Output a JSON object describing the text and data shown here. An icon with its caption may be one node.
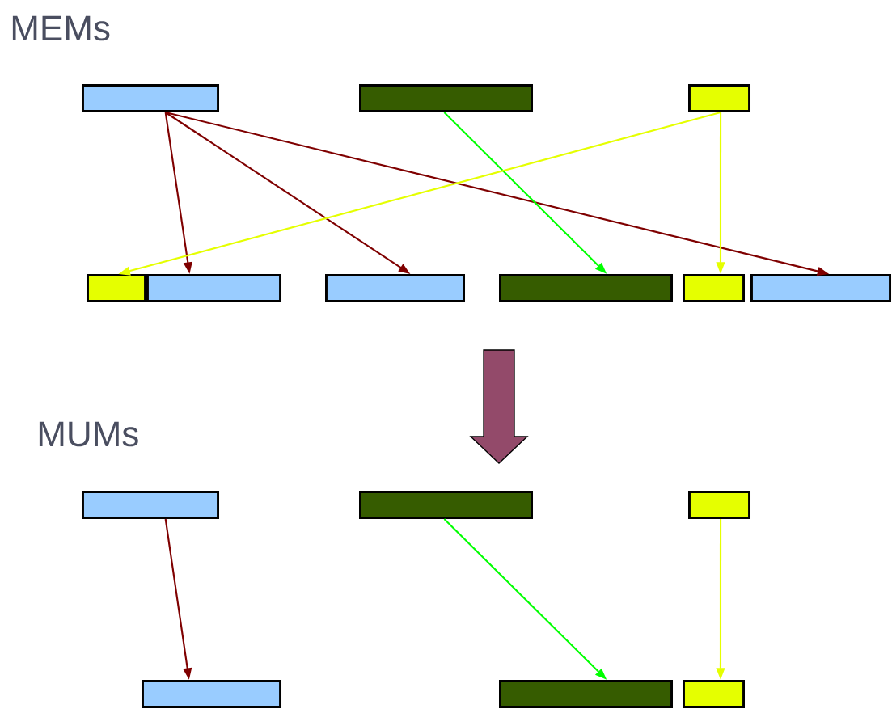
{
  "diagram": {
    "nodes": [
      {
        "text": [],
        "shape": "box"
      },
      {
        "text": [],
        "shape": "box"
      },
      {
        "text": [],
        "shape": "box"
      },
      {
        "text": [],
        "shape": "box"
      },
      {
        "text": [],
        "shape": "box"
      },
      {
        "text": [],
        "shape": "box"
      },
      {
        "text": [],
        "shape": "box"
      },
      {
        "text": [],
        "shape": "box"
      },
      {
        "text": [],
        "shape": "box"
      },
      {
        "text": [],
        "shape": "box"
      },
      {
        "text": [],
        "shape": "box"
      },
      {
        "text": [],
        "shape": "box"
      },
      {
        "text": [],
        "shape": "box"
      },
      {
        "text": [],
        "shape": "box"
      },
      {
        "text": [],
        "shape": "box"
      }
    ],
    "edges": [
      {
        "from": 0,
        "to": 4,
        "arrow": "to"
      },
      {
        "from": 0,
        "to": 5,
        "arrow": "to"
      },
      {
        "from": 0,
        "to": 8,
        "arrow": "to"
      },
      {
        "from": 1,
        "to": 6,
        "arrow": "to",
        "color": "#00ff00"
      },
      {
        "from": 2,
        "to": 3,
        "arrow": "to",
        "color": "#e5ff00"
      },
      {
        "from": 2,
        "to": 7,
        "arrow": "to",
        "color": "#e5ff00"
      },
      {
        "from": 9,
        "to": 12,
        "arrow": "to"
      },
      {
        "from": 10,
        "to": 13,
        "arrow": "to",
        "color": "#00ff00"
      },
      {
        "from": 11,
        "to": 14,
        "arrow": "to",
        "color": "#e5ff00"
      }
    ],
    "labels": [
      "MEMs",
      "MUMs"
    ]
  }
}
